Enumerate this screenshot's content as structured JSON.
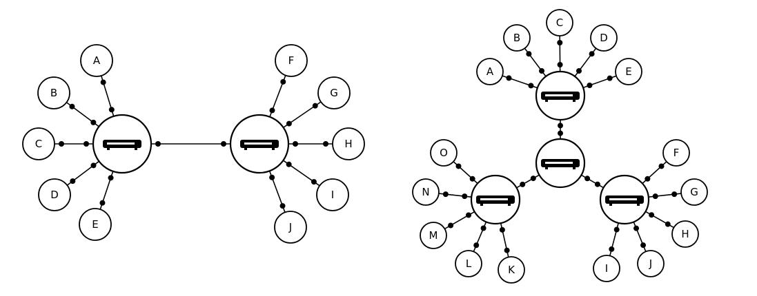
{
  "colors": {
    "stroke": "#000000",
    "background": "#ffffff"
  },
  "icons": {
    "hub": "network-switch-icon",
    "connector": "port-connector-icon"
  },
  "left_diagram": {
    "hubs": [
      "hub-1",
      "hub-2"
    ],
    "hub_1_nodes": [
      "A",
      "B",
      "C",
      "D",
      "E"
    ],
    "hub_2_nodes": [
      "F",
      "G",
      "H",
      "I",
      "J"
    ]
  },
  "right_diagram": {
    "top_hub_nodes": [
      "A",
      "B",
      "C",
      "D",
      "E"
    ],
    "left_hub_nodes": [
      "O",
      "N",
      "M",
      "L",
      "K"
    ],
    "right_hub_nodes": [
      "F",
      "G",
      "H",
      "I",
      "J"
    ]
  }
}
